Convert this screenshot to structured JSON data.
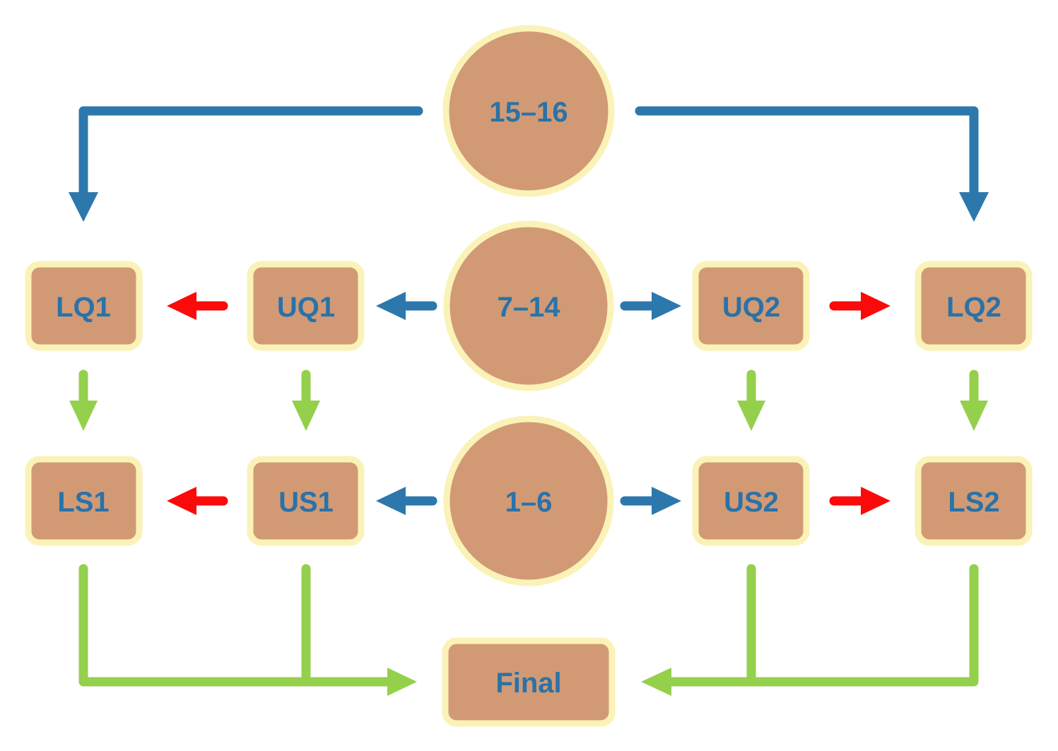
{
  "diagram": {
    "nodes": {
      "n15_16": "15–16",
      "n7_14": "7–14",
      "n1_6": "1–6",
      "lq1": "LQ1",
      "uq1": "UQ1",
      "uq2": "UQ2",
      "lq2": "LQ2",
      "ls1": "LS1",
      "us1": "US1",
      "us2": "US2",
      "ls2": "LS2",
      "final": "Final"
    },
    "colors": {
      "node_fill": "#d19a75",
      "node_border": "#fbf2b8",
      "label": "#2a72a8",
      "arrow_blue": "#2c78ad",
      "arrow_red": "#fa0a0a",
      "arrow_green": "#94d04c"
    },
    "edges": [
      {
        "from": "15–16",
        "to": "LQ1",
        "color": "blue"
      },
      {
        "from": "15–16",
        "to": "LQ2",
        "color": "blue"
      },
      {
        "from": "7–14",
        "to": "UQ1",
        "color": "blue"
      },
      {
        "from": "7–14",
        "to": "UQ2",
        "color": "blue"
      },
      {
        "from": "UQ1",
        "to": "LQ1",
        "color": "red"
      },
      {
        "from": "UQ2",
        "to": "LQ2",
        "color": "red"
      },
      {
        "from": "LQ1",
        "to": "LS1",
        "color": "green"
      },
      {
        "from": "UQ1",
        "to": "US1",
        "color": "green"
      },
      {
        "from": "UQ2",
        "to": "US2",
        "color": "green"
      },
      {
        "from": "LQ2",
        "to": "LS2",
        "color": "green"
      },
      {
        "from": "1–6",
        "to": "US1",
        "color": "blue"
      },
      {
        "from": "1–6",
        "to": "US2",
        "color": "blue"
      },
      {
        "from": "US1",
        "to": "LS1",
        "color": "red"
      },
      {
        "from": "US2",
        "to": "LS2",
        "color": "red"
      },
      {
        "from": "LS1",
        "to": "Final",
        "color": "green"
      },
      {
        "from": "US1",
        "to": "Final",
        "color": "green"
      },
      {
        "from": "US2",
        "to": "Final",
        "color": "green"
      },
      {
        "from": "LS2",
        "to": "Final",
        "color": "green"
      }
    ]
  }
}
